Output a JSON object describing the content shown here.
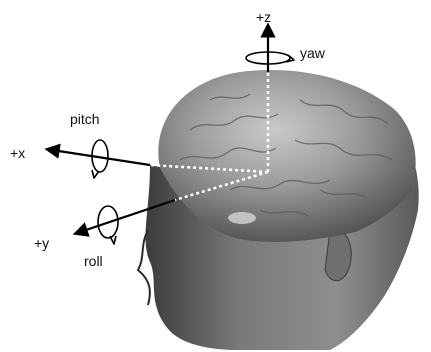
{
  "diagram": {
    "axes": {
      "z": {
        "label": "+z",
        "rotation_label": "yaw"
      },
      "x": {
        "label": "+x",
        "rotation_label": "pitch"
      },
      "y": {
        "label": "+y",
        "rotation_label": "roll"
      }
    },
    "colors": {
      "background": "#ffffff",
      "axis": "#000000",
      "axis_inside_head": "#ffffff",
      "skin": "#8a8a8a",
      "skin_dark": "#4a4a4a",
      "brain": "#9a9a9a"
    }
  }
}
